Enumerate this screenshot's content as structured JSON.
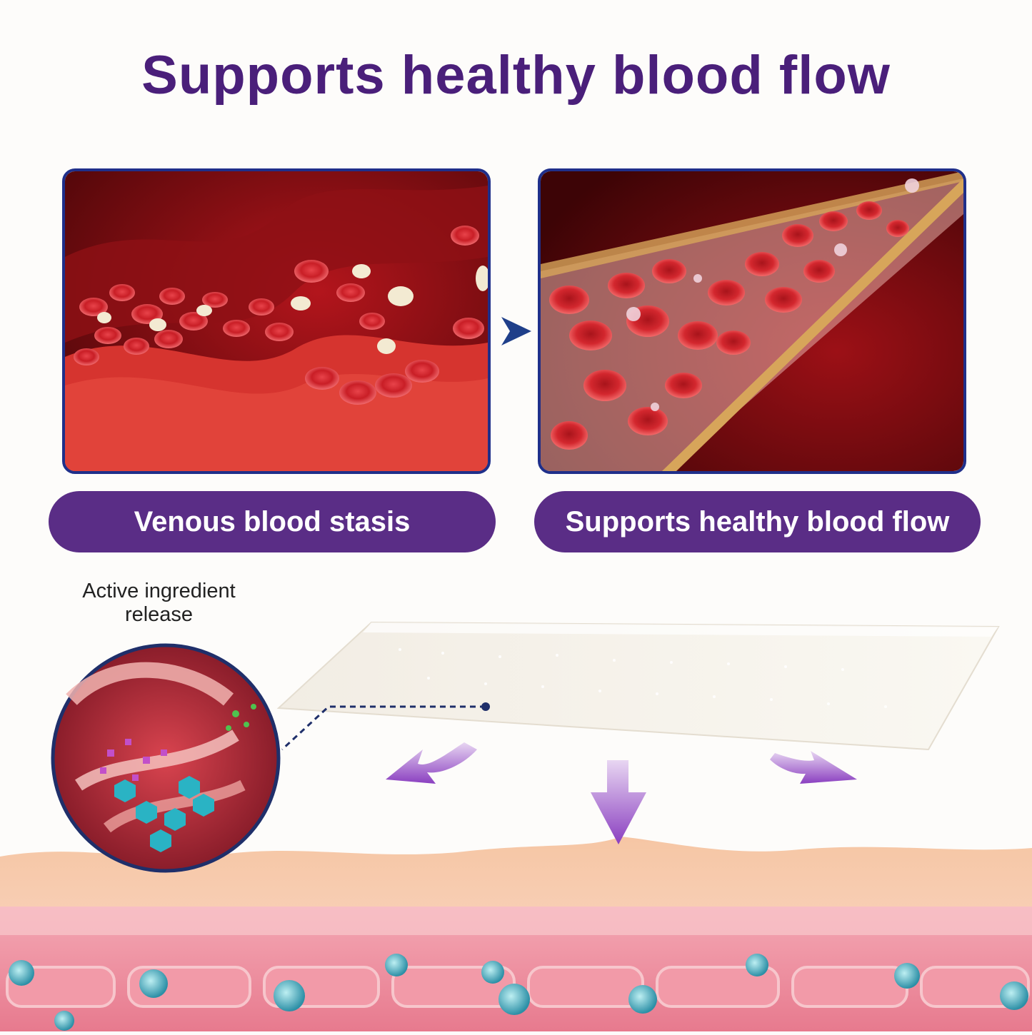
{
  "title": "Supports healthy blood flow",
  "panels": {
    "left": {
      "label": "Venous blood stasis"
    },
    "right": {
      "label": "Supports healthy blood flow"
    }
  },
  "illustration": {
    "caption": "Active ingredient release"
  },
  "colors": {
    "title": "#4a1f7a",
    "pill": "#5a2d86",
    "panel_border": "#1f2f8a",
    "arrow": "#8a3fc0",
    "blood": "#c8202a"
  }
}
